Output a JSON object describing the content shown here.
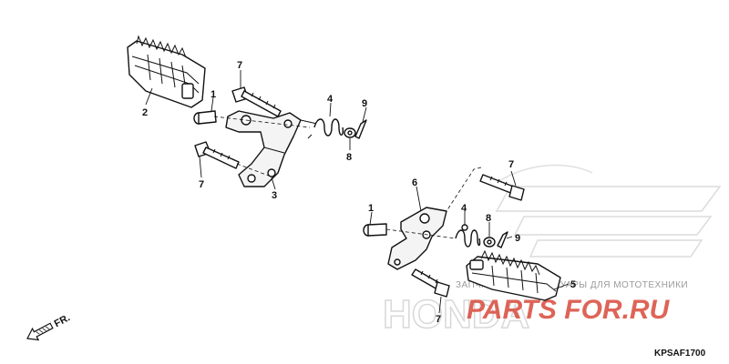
{
  "callouts": {
    "c1_left": "1",
    "c2_left": "2",
    "c3_left": "3",
    "c4_left": "4",
    "c7_left_top": "7",
    "c7_left_bottom": "7",
    "c8_left": "8",
    "c9_left": "9",
    "c1_right": "1",
    "c4_right": "4",
    "c5_right": "5",
    "c6_right": "6",
    "c7_right_top": "7",
    "c7_right_bottom": "7",
    "c8_right": "8",
    "c9_right": "9"
  },
  "front_indicator": "FR.",
  "diagram_code": "KPSAF1700",
  "watermark": {
    "tagline": "ЗАПЧАСТИ И АКСЕССУАРЫ ДЛЯ МОТОТЕХНИКИ",
    "brand": "PARTS FOR.RU",
    "logo_text": "HONDA"
  }
}
